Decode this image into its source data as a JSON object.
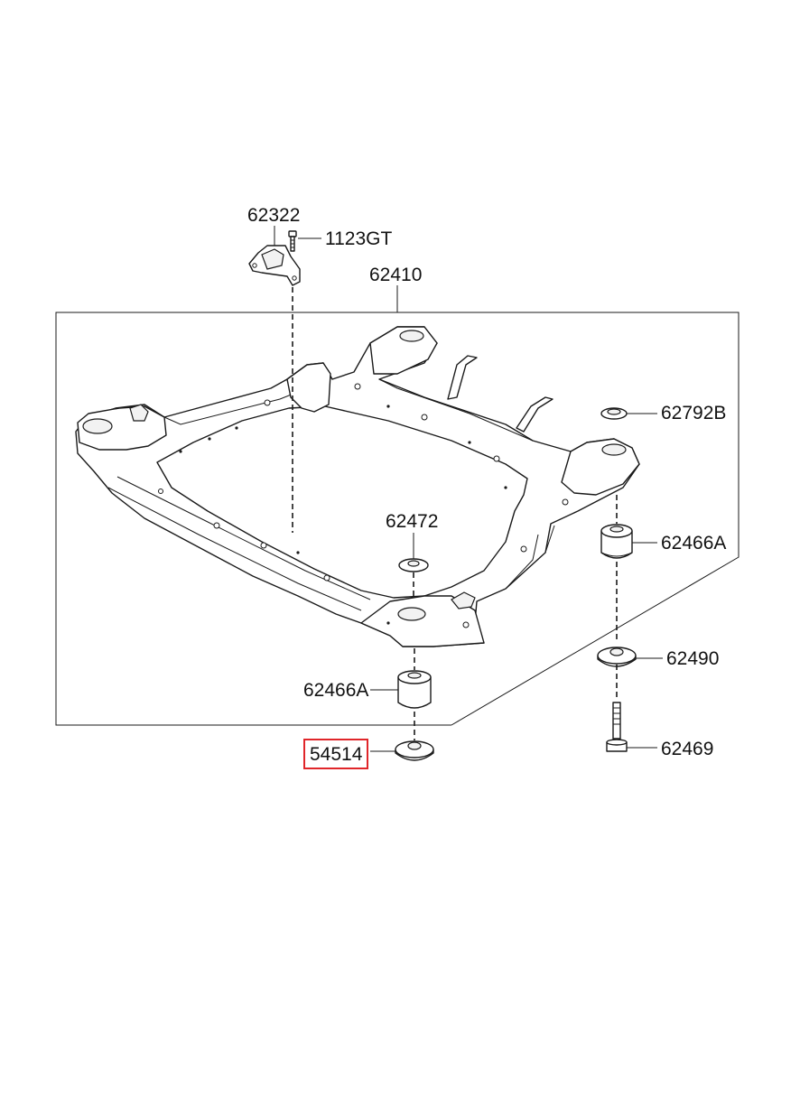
{
  "diagram": {
    "callouts": [
      {
        "id": "c62322",
        "text": "62322",
        "highlighted": false
      },
      {
        "id": "c1123gt",
        "text": "1123GT",
        "highlighted": false
      },
      {
        "id": "c62410",
        "text": "62410",
        "highlighted": false
      },
      {
        "id": "c62792b",
        "text": "62792B",
        "highlighted": false
      },
      {
        "id": "c62472",
        "text": "62472",
        "highlighted": false
      },
      {
        "id": "c62466a_right",
        "text": "62466A",
        "highlighted": false
      },
      {
        "id": "c62490",
        "text": "62490",
        "highlighted": false
      },
      {
        "id": "c62466a_left",
        "text": "62466A",
        "highlighted": false
      },
      {
        "id": "c62469",
        "text": "62469",
        "highlighted": false
      },
      {
        "id": "c54514",
        "text": "54514",
        "highlighted": true
      }
    ],
    "colors": {
      "line": "#1a1a1a",
      "highlight_box": "#e0262a",
      "background": "#ffffff"
    }
  }
}
